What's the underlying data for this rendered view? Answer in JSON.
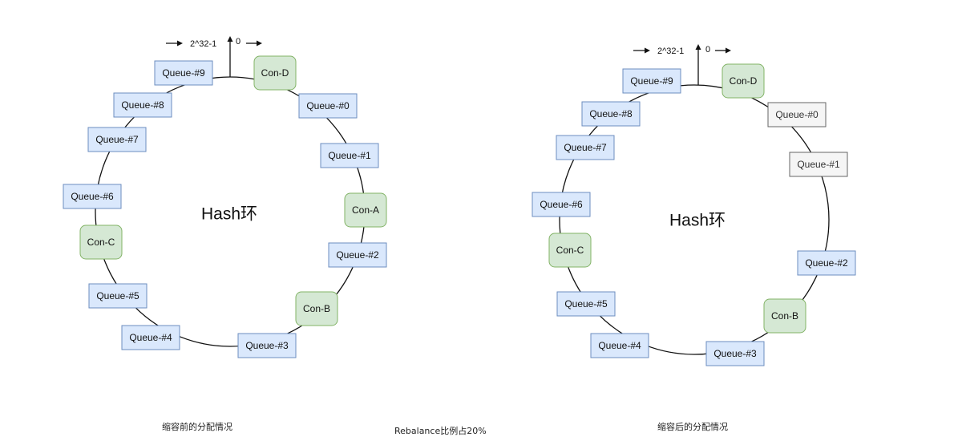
{
  "colors": {
    "queue_fill": "#dae8fc",
    "queue_stroke": "#6c8ebf",
    "consumer_fill": "#d5e8d4",
    "consumer_stroke": "#82b366",
    "inactive_fill": "#f5f5f5",
    "inactive_stroke": "#666666",
    "inactive_text": "#333333"
  },
  "diagrams": [
    {
      "center_title": "Hash环",
      "axis_left_label": "2^32-1",
      "axis_right_label": "0",
      "nodes": [
        {
          "label": "Queue-#9",
          "kind": "queue"
        },
        {
          "label": "Con-D",
          "kind": "consumer"
        },
        {
          "label": "Queue-#0",
          "kind": "queue"
        },
        {
          "label": "Queue-#1",
          "kind": "queue"
        },
        {
          "label": "Con-A",
          "kind": "consumer"
        },
        {
          "label": "Queue-#2",
          "kind": "queue"
        },
        {
          "label": "Con-B",
          "kind": "consumer"
        },
        {
          "label": "Queue-#3",
          "kind": "queue"
        },
        {
          "label": "Queue-#4",
          "kind": "queue"
        },
        {
          "label": "Queue-#5",
          "kind": "queue"
        },
        {
          "label": "Con-C",
          "kind": "consumer"
        },
        {
          "label": "Queue-#6",
          "kind": "queue"
        },
        {
          "label": "Queue-#7",
          "kind": "queue"
        },
        {
          "label": "Queue-#8",
          "kind": "queue"
        }
      ]
    },
    {
      "center_title": "Hash环",
      "axis_left_label": "2^32-1",
      "axis_right_label": "0",
      "nodes": [
        {
          "label": "Queue-#9",
          "kind": "queue"
        },
        {
          "label": "Con-D",
          "kind": "consumer"
        },
        {
          "label": "Queue-#0",
          "kind": "inactive"
        },
        {
          "label": "Queue-#1",
          "kind": "inactive"
        },
        {
          "label": "Queue-#2",
          "kind": "queue"
        },
        {
          "label": "Con-B",
          "kind": "consumer"
        },
        {
          "label": "Queue-#3",
          "kind": "queue"
        },
        {
          "label": "Queue-#4",
          "kind": "queue"
        },
        {
          "label": "Queue-#5",
          "kind": "queue"
        },
        {
          "label": "Con-C",
          "kind": "consumer"
        },
        {
          "label": "Queue-#6",
          "kind": "queue"
        },
        {
          "label": "Queue-#7",
          "kind": "queue"
        },
        {
          "label": "Queue-#8",
          "kind": "queue"
        }
      ]
    }
  ],
  "captions": {
    "before": "缩容前的分配情况",
    "middle": "Rebalance比例占20%",
    "after": "缩容后的分配情况"
  }
}
